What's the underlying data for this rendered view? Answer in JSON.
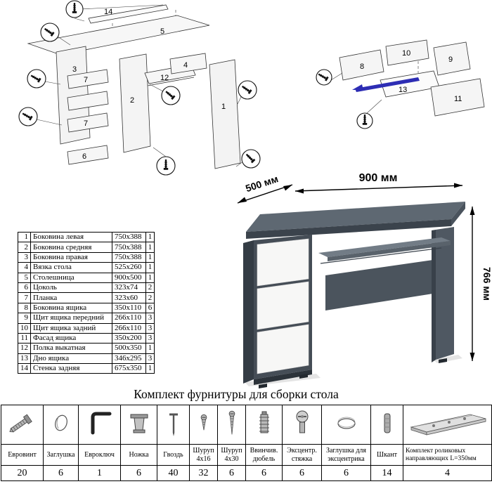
{
  "title": {
    "hardware_kit": "Комплект фурнитуры для сборки стола"
  },
  "dimensions": {
    "width": "900 мм",
    "depth": "500 мм",
    "height": "766 мм"
  },
  "parts": {
    "rows": [
      {
        "num": "1",
        "name": "Боковина левая",
        "size": "750x388",
        "qty": "1"
      },
      {
        "num": "2",
        "name": "Боковина средняя",
        "size": "750x388",
        "qty": "1"
      },
      {
        "num": "3",
        "name": "Боковина правая",
        "size": "750x388",
        "qty": "1"
      },
      {
        "num": "4",
        "name": "Вязка стола",
        "size": "525x260",
        "qty": "1"
      },
      {
        "num": "5",
        "name": "Столешница",
        "size": "900x500",
        "qty": "1"
      },
      {
        "num": "6",
        "name": "Цоколь",
        "size": "323x74",
        "qty": "2"
      },
      {
        "num": "7",
        "name": "Планка",
        "size": "323x60",
        "qty": "2"
      },
      {
        "num": "8",
        "name": "Боковина ящика",
        "size": "350x110",
        "qty": "6"
      },
      {
        "num": "9",
        "name": "Щит ящика передний",
        "size": "266x110",
        "qty": "3"
      },
      {
        "num": "10",
        "name": "Щит ящика задний",
        "size": "266x110",
        "qty": "3"
      },
      {
        "num": "11",
        "name": "Фасад ящика",
        "size": "350x200",
        "qty": "3"
      },
      {
        "num": "12",
        "name": "Полка выкатная",
        "size": "500x350",
        "qty": "1"
      },
      {
        "num": "13",
        "name": "Дно ящика",
        "size": "346x295",
        "qty": "3"
      },
      {
        "num": "14",
        "name": "Стенка задняя",
        "size": "675x350",
        "qty": "1"
      }
    ]
  },
  "hardware": {
    "items": [
      {
        "name": "Евровинт",
        "qty": "20"
      },
      {
        "name": "Заглушка",
        "qty": "6"
      },
      {
        "name": "Евроключ",
        "qty": "1"
      },
      {
        "name": "Ножка",
        "qty": "6"
      },
      {
        "name": "Гвоздь",
        "qty": "40"
      },
      {
        "name": "Шуруп 4x16",
        "qty": "32"
      },
      {
        "name": "Шуруп 4x30",
        "qty": "6"
      },
      {
        "name": "Ввинчив. дюбель",
        "qty": "6"
      },
      {
        "name": "Эксцентр. стяжка",
        "qty": "6"
      },
      {
        "name": "Заглушка для эксцентрика",
        "qty": "6"
      },
      {
        "name": "Шкант",
        "qty": "14"
      },
      {
        "name": "Комплект роликовых направляющих L=350мм",
        "qty": "4"
      }
    ]
  },
  "diagram_left": {
    "labels": [
      "14",
      "5",
      "3",
      "7",
      "7",
      "6",
      "2",
      "12",
      "4",
      "1"
    ]
  },
  "diagram_right": {
    "labels": [
      "8",
      "10",
      "9",
      "13",
      "11"
    ]
  },
  "colors": {
    "desk_top": "#5e6872",
    "desk_frame": "#454d56",
    "drawer_front": "#f7f7f6",
    "highlight_blue": "#2d2db4"
  }
}
